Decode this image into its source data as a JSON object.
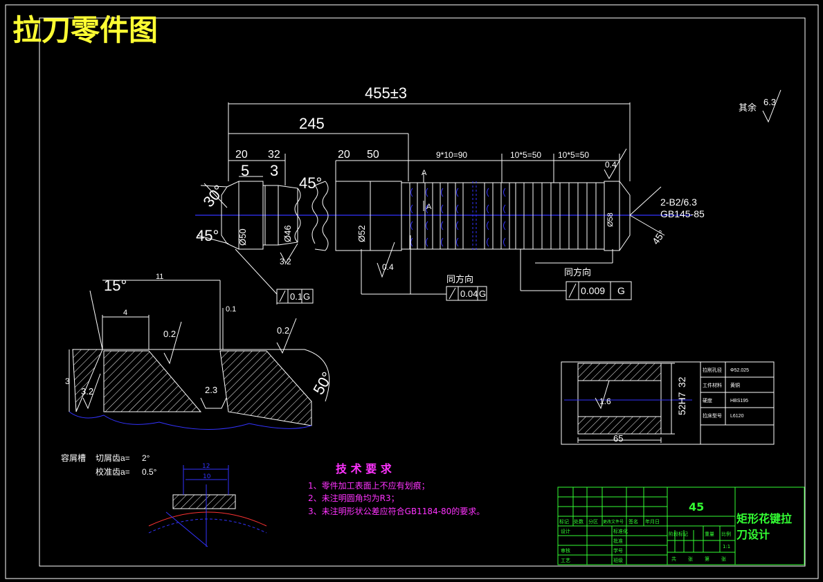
{
  "title": "拉刀零件图",
  "colors": {
    "background": "#000000",
    "line": "#ffffff",
    "title": "#ffff33",
    "centerline": "#3333ff",
    "tech": "#ff33ff",
    "titleblock": "#33ff33"
  },
  "dims": {
    "overall": "455±3",
    "d245": "245",
    "d20a": "20",
    "d32": "32",
    "d5": "5",
    "d3": "3",
    "d20b": "20",
    "d50": "50",
    "pitch9": "9*10=90",
    "pitch10a": "10*5=50",
    "pitch10b": "10*5=50",
    "r04a": "0.4",
    "ang30": "30°",
    "ang45a": "45°",
    "ang45b": "45°",
    "ang45c": "45°",
    "dia50": "Ø50",
    "dia46": "Ø46",
    "dia52": "Ø52",
    "dia58": "Ø58",
    "r32": "3.2",
    "r04b": "0.4",
    "secA": "A",
    "secA2": "A",
    "centerhole1": "2-B2/6.3",
    "centerhole2": "GB145-85",
    "rest_label": "其余",
    "rest_value": "6.3"
  },
  "tolerances": {
    "t1": "0.1",
    "t1ref": "G",
    "t2": "0.04",
    "t2ref": "G",
    "t3": "0.009",
    "t3ref": "G",
    "dir1": "同方向",
    "dir2": "同方向"
  },
  "tooth_detail": {
    "ang15": "15°",
    "d11": "11",
    "d4": "4",
    "d01": "0.1",
    "r02a": "0.2",
    "r02b": "0.2",
    "d3": "3",
    "r32": "3.2",
    "r23": "2.3",
    "ang50": "50°"
  },
  "gullet_note": {
    "line1_label": "容屑槽",
    "line1_sub": "切屑齿a=",
    "line1_val": "2°",
    "line2_sub": "校准齿a=",
    "line2_val": "0.5°"
  },
  "small_detail": {
    "d12": "12",
    "d10": "10"
  },
  "workpiece": {
    "dim32": "32",
    "dim52": "52H7",
    "dim65": "65",
    "r16": "1.6",
    "rows": [
      {
        "label": "拉削孔径",
        "value": "Φ52.025"
      },
      {
        "label": "工件材料",
        "value": "黄铜"
      },
      {
        "label": "硬度",
        "value": "HBS195"
      },
      {
        "label": "拉床型号",
        "value": "L6120"
      }
    ]
  },
  "tech_req": {
    "title": "技 术 要 求",
    "items": [
      "1、零件加工表面上不应有划痕；",
      "2、未注明圆角均为R3；",
      "3、未注明形状公差应符合GB1184-80的要求。"
    ]
  },
  "title_block": {
    "material": "45",
    "name_line1": "矩形花键拉",
    "name_line2": "刀设计",
    "labels": [
      "标记",
      "处数",
      "分区",
      "更改文件号",
      "签名",
      "年月日"
    ],
    "left_rows": [
      "设计",
      "",
      "审核",
      "工艺"
    ],
    "mid_rows": [
      "标准化",
      "批准",
      "学号",
      "班级"
    ],
    "right_hdr": [
      "阶段标记",
      "重量",
      "比例"
    ],
    "scale": "1:1",
    "sheet": [
      "共",
      "张",
      "第",
      "张"
    ]
  }
}
